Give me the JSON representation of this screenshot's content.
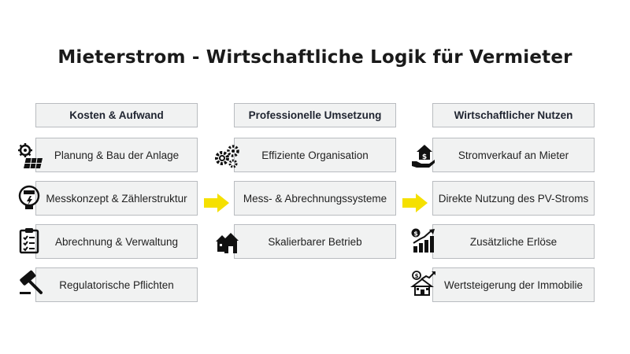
{
  "title": "Mieterstrom - Wirtschaftliche Logik für Vermieter",
  "columns": [
    {
      "header": "Kosten & Aufwand",
      "items": [
        {
          "label": "Planung & Bau der Anlage",
          "icon": "solar-panel-gear-icon"
        },
        {
          "label": "Messkonzept & Zählerstruktur",
          "icon": "electric-meter-icon"
        },
        {
          "label": "Abrechnung & Verwaltung",
          "icon": "clipboard-checklist-icon"
        },
        {
          "label": "Regulatorische Pflichten",
          "icon": "gavel-icon"
        }
      ]
    },
    {
      "header": "Professionelle Umsetzung",
      "items": [
        {
          "label": "Effiziente Organisation",
          "icon": "gears-icon"
        },
        {
          "label": "Mess- & Abrechnungssysteme",
          "icon": ""
        },
        {
          "label": "Skalierbarer Betrieb",
          "icon": "houses-icon"
        }
      ]
    },
    {
      "header": "Wirtschaftlicher Nutzen",
      "items": [
        {
          "label": "Stromverkauf an Mieter",
          "icon": "house-in-hand-icon"
        },
        {
          "label": "Direkte Nutzung des PV-Stroms",
          "icon": ""
        },
        {
          "label": "Zusätzliche Erlöse",
          "icon": "money-growth-chart-icon"
        },
        {
          "label": "Wertsteigerung der Immobilie",
          "icon": "house-value-growth-icon"
        }
      ]
    }
  ],
  "colors": {
    "arrow": "#f5e000",
    "box_bg": "#f1f2f2",
    "box_border": "#b9bcc0"
  }
}
